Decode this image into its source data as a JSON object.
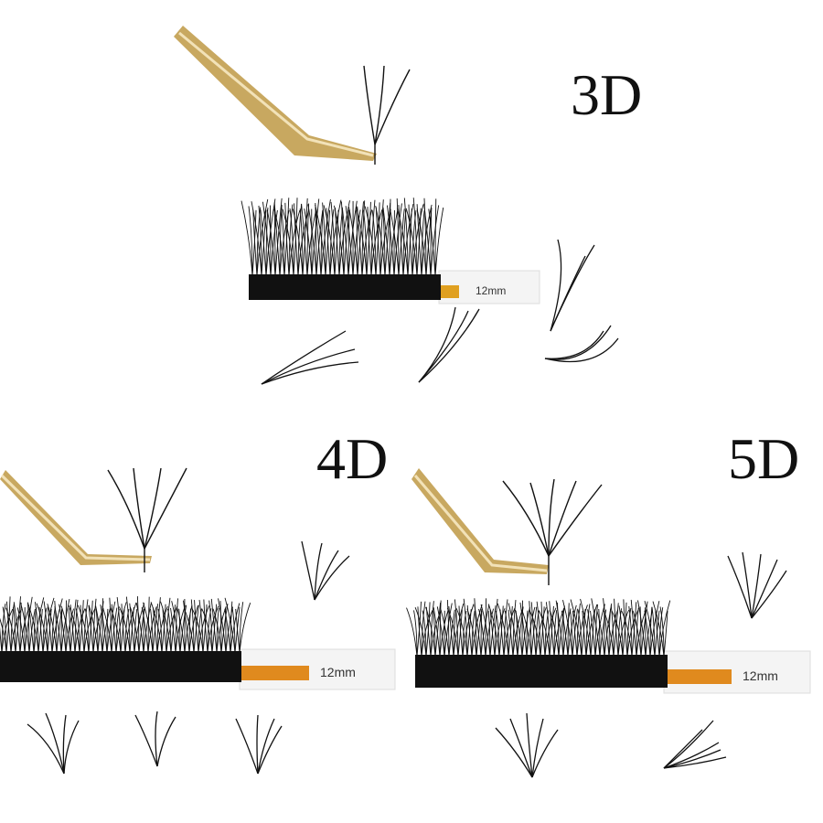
{
  "panels": [
    {
      "id": "3d",
      "label": "3D",
      "tray_length": "12mm"
    },
    {
      "id": "4d",
      "label": "4D",
      "tray_length": "12mm"
    },
    {
      "id": "5d",
      "label": "5D",
      "tray_length": "12mm"
    }
  ],
  "colors": {
    "background": "#ffffff",
    "lash": "#111111",
    "tweezer_gold": "#c8a860",
    "tray_tab": "#e08a1e"
  }
}
